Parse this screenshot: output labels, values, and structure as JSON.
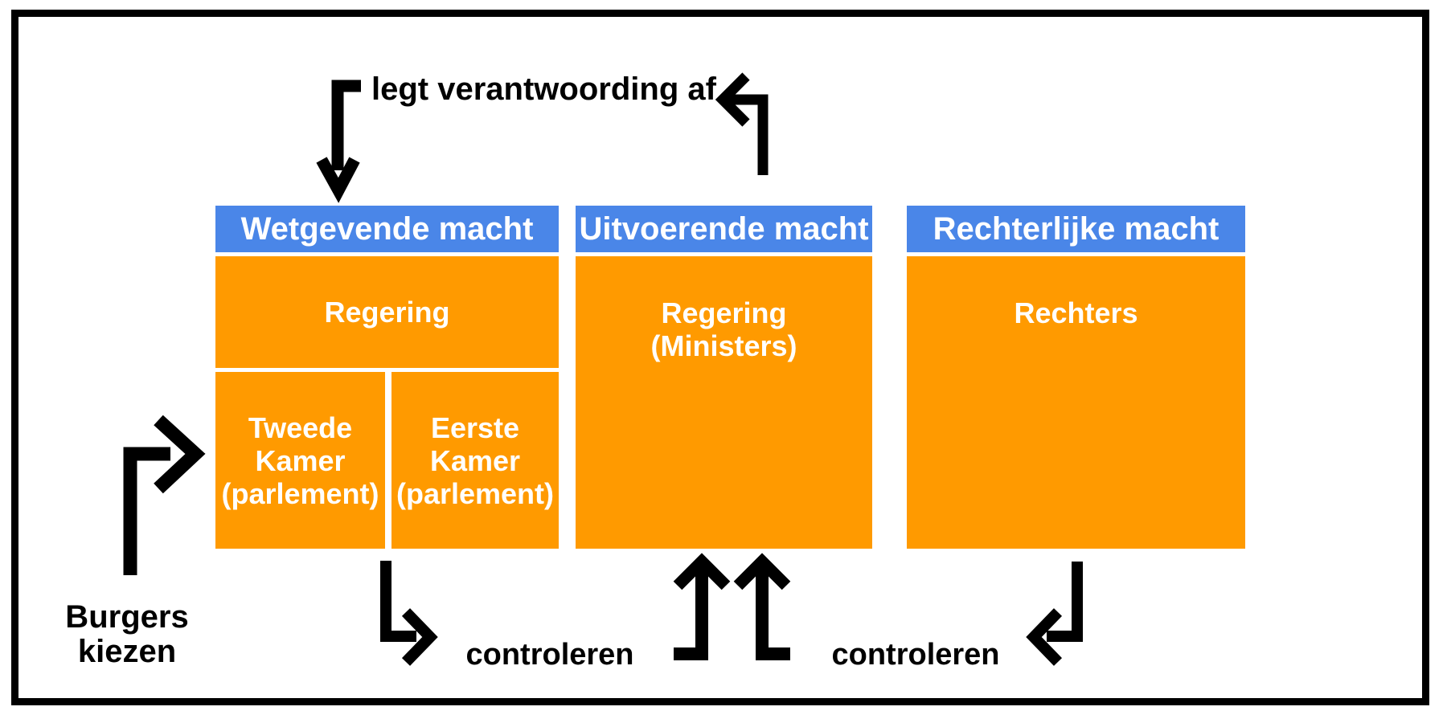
{
  "colors": {
    "header_blue": "#4a86e8",
    "box_orange": "#ff9a00",
    "ink_black": "#000000"
  },
  "columns": [
    {
      "header": "Wetgevende macht",
      "box_top": "Regering",
      "box_bottom_left": "Tweede\nKamer\n(parlement)",
      "box_bottom_right": "Eerste\nKamer\n(parlement)"
    },
    {
      "header": "Uitvoerende macht",
      "body": "Regering\n(Ministers)"
    },
    {
      "header": "Rechterlijke macht",
      "body": "Rechters"
    }
  ],
  "labels": {
    "accountability": "legt verantwoording af",
    "citizens": "Burgers\nkiezen",
    "control_left": "controleren",
    "control_right": "controleren"
  },
  "arrows": [
    {
      "name": "bent-arrow-down-icon",
      "meaning": "legt verantwoording af (naar links omlaag)"
    },
    {
      "name": "bent-arrow-up-left-icon",
      "meaning": "legt verantwoording af (omhoog naar links)"
    },
    {
      "name": "turn-right-arrow-icon",
      "meaning": "Burgers kiezen parlement"
    },
    {
      "name": "hook-right-arrow-icon",
      "meaning": "controleren (vanaf wetgevende macht)"
    },
    {
      "name": "bent-up-arrow-left-foot-icon",
      "meaning": "controleren omhoog 1"
    },
    {
      "name": "bent-up-arrow-right-foot-icon",
      "meaning": "controleren omhoog 2"
    },
    {
      "name": "hook-left-arrow-icon",
      "meaning": "controleren (vanaf rechterlijke macht)"
    }
  ]
}
